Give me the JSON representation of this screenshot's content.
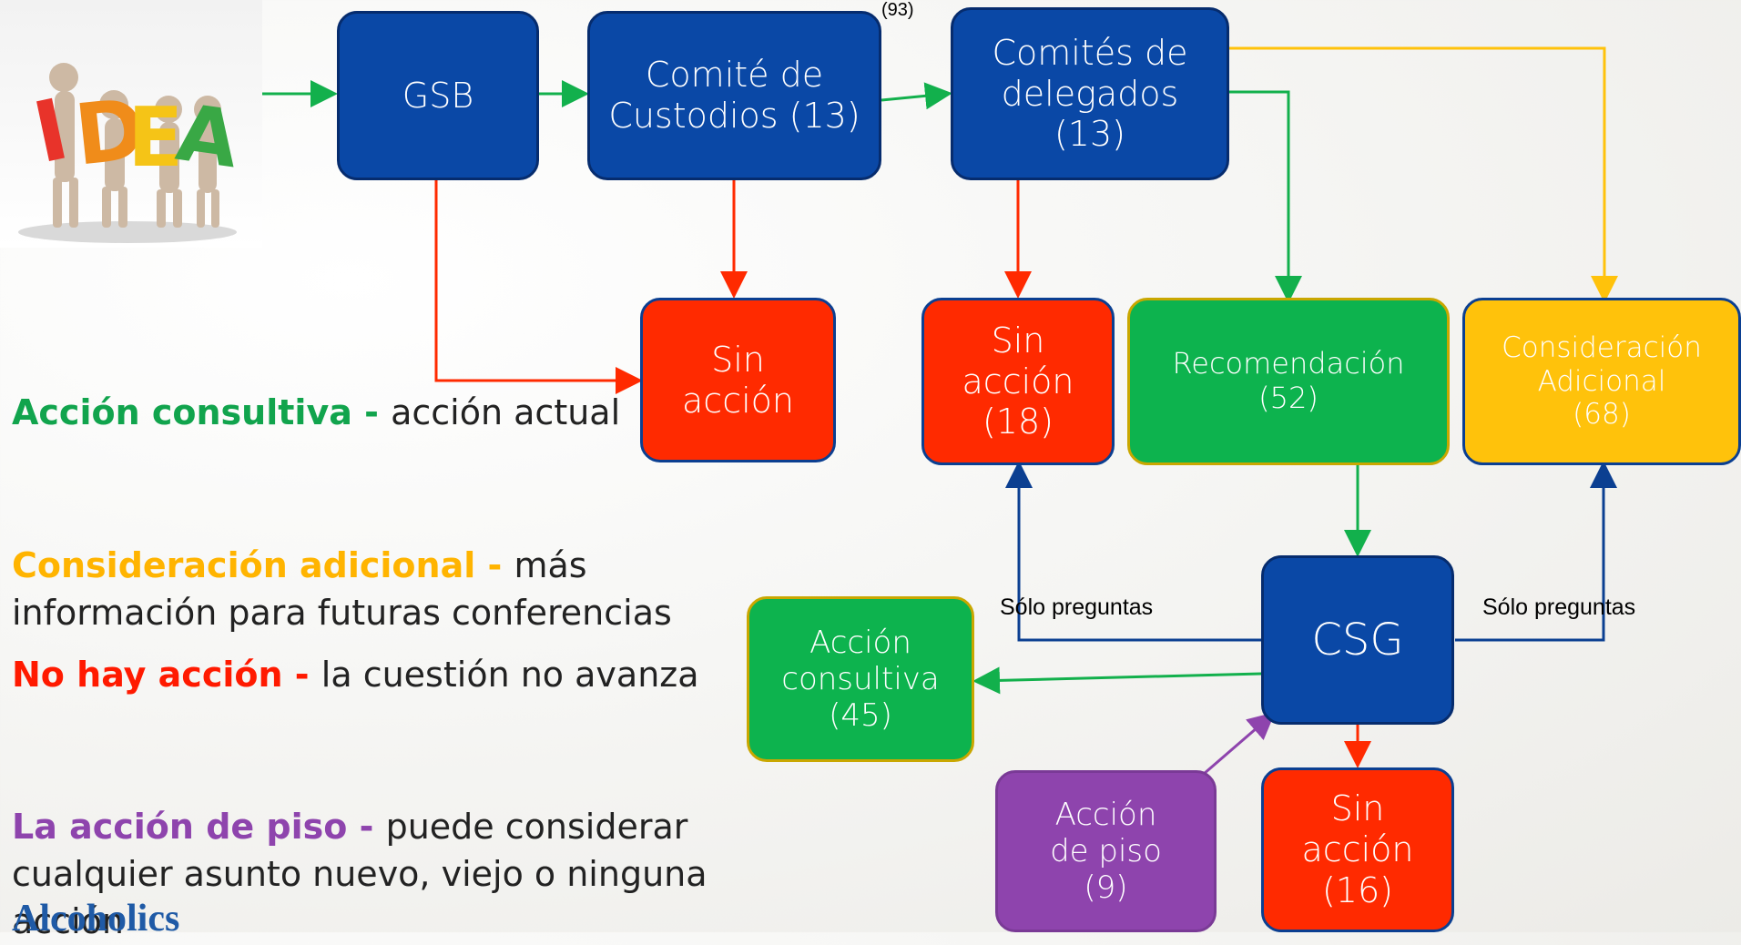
{
  "nodes": {
    "gsb": "GSB",
    "custodios": "Comité de\nCustodios (13)",
    "custodios_note": "(93)",
    "delegados": "Comités de\ndelegados\n(13)",
    "sin_accion_custodios": "Sin\nacción",
    "sin_accion_delegados": "Sin\nacción\n(18)",
    "recomendacion": "Recomendación\n(52)",
    "consideracion": "Consideración\nAdicional\n(68)",
    "csg": "CSG",
    "accion_consultiva": "Acción\nconsultiva\n(45)",
    "accion_piso": "Acción\nde piso\n(9)",
    "sin_accion_csg": "Sin\nacción\n(16)"
  },
  "edge_labels": {
    "left": "Sólo preguntas",
    "right": "Sólo preguntas"
  },
  "legend": [
    {
      "term": "Acción consultiva - ",
      "desc": "acción actual",
      "color": "#11a44d"
    },
    {
      "term": "Consideración adicional - ",
      "desc": "más\ninformación para futuras conferencias",
      "color": "#ffb400"
    },
    {
      "term": "No hay acción - ",
      "desc": "la cuestión no avanza",
      "color": "#ff1a00"
    },
    {
      "term": "La acción de piso - ",
      "desc": " puede considerar\ncualquier asunto nuevo, viejo o ninguna\nacción",
      "color": "#8e44ad"
    }
  ],
  "idea_image": {
    "letters": [
      "I",
      "D",
      "E",
      "A"
    ],
    "colors": [
      "#e8332a",
      "#f08c1a",
      "#f5c417",
      "#39a845"
    ]
  },
  "logo": "Alcoholics",
  "colors": {
    "blue": "#0a48a6",
    "red": "#ff2a00",
    "green": "#0db34e",
    "yellow": "#ffc20b",
    "purple": "#8e44ad"
  }
}
